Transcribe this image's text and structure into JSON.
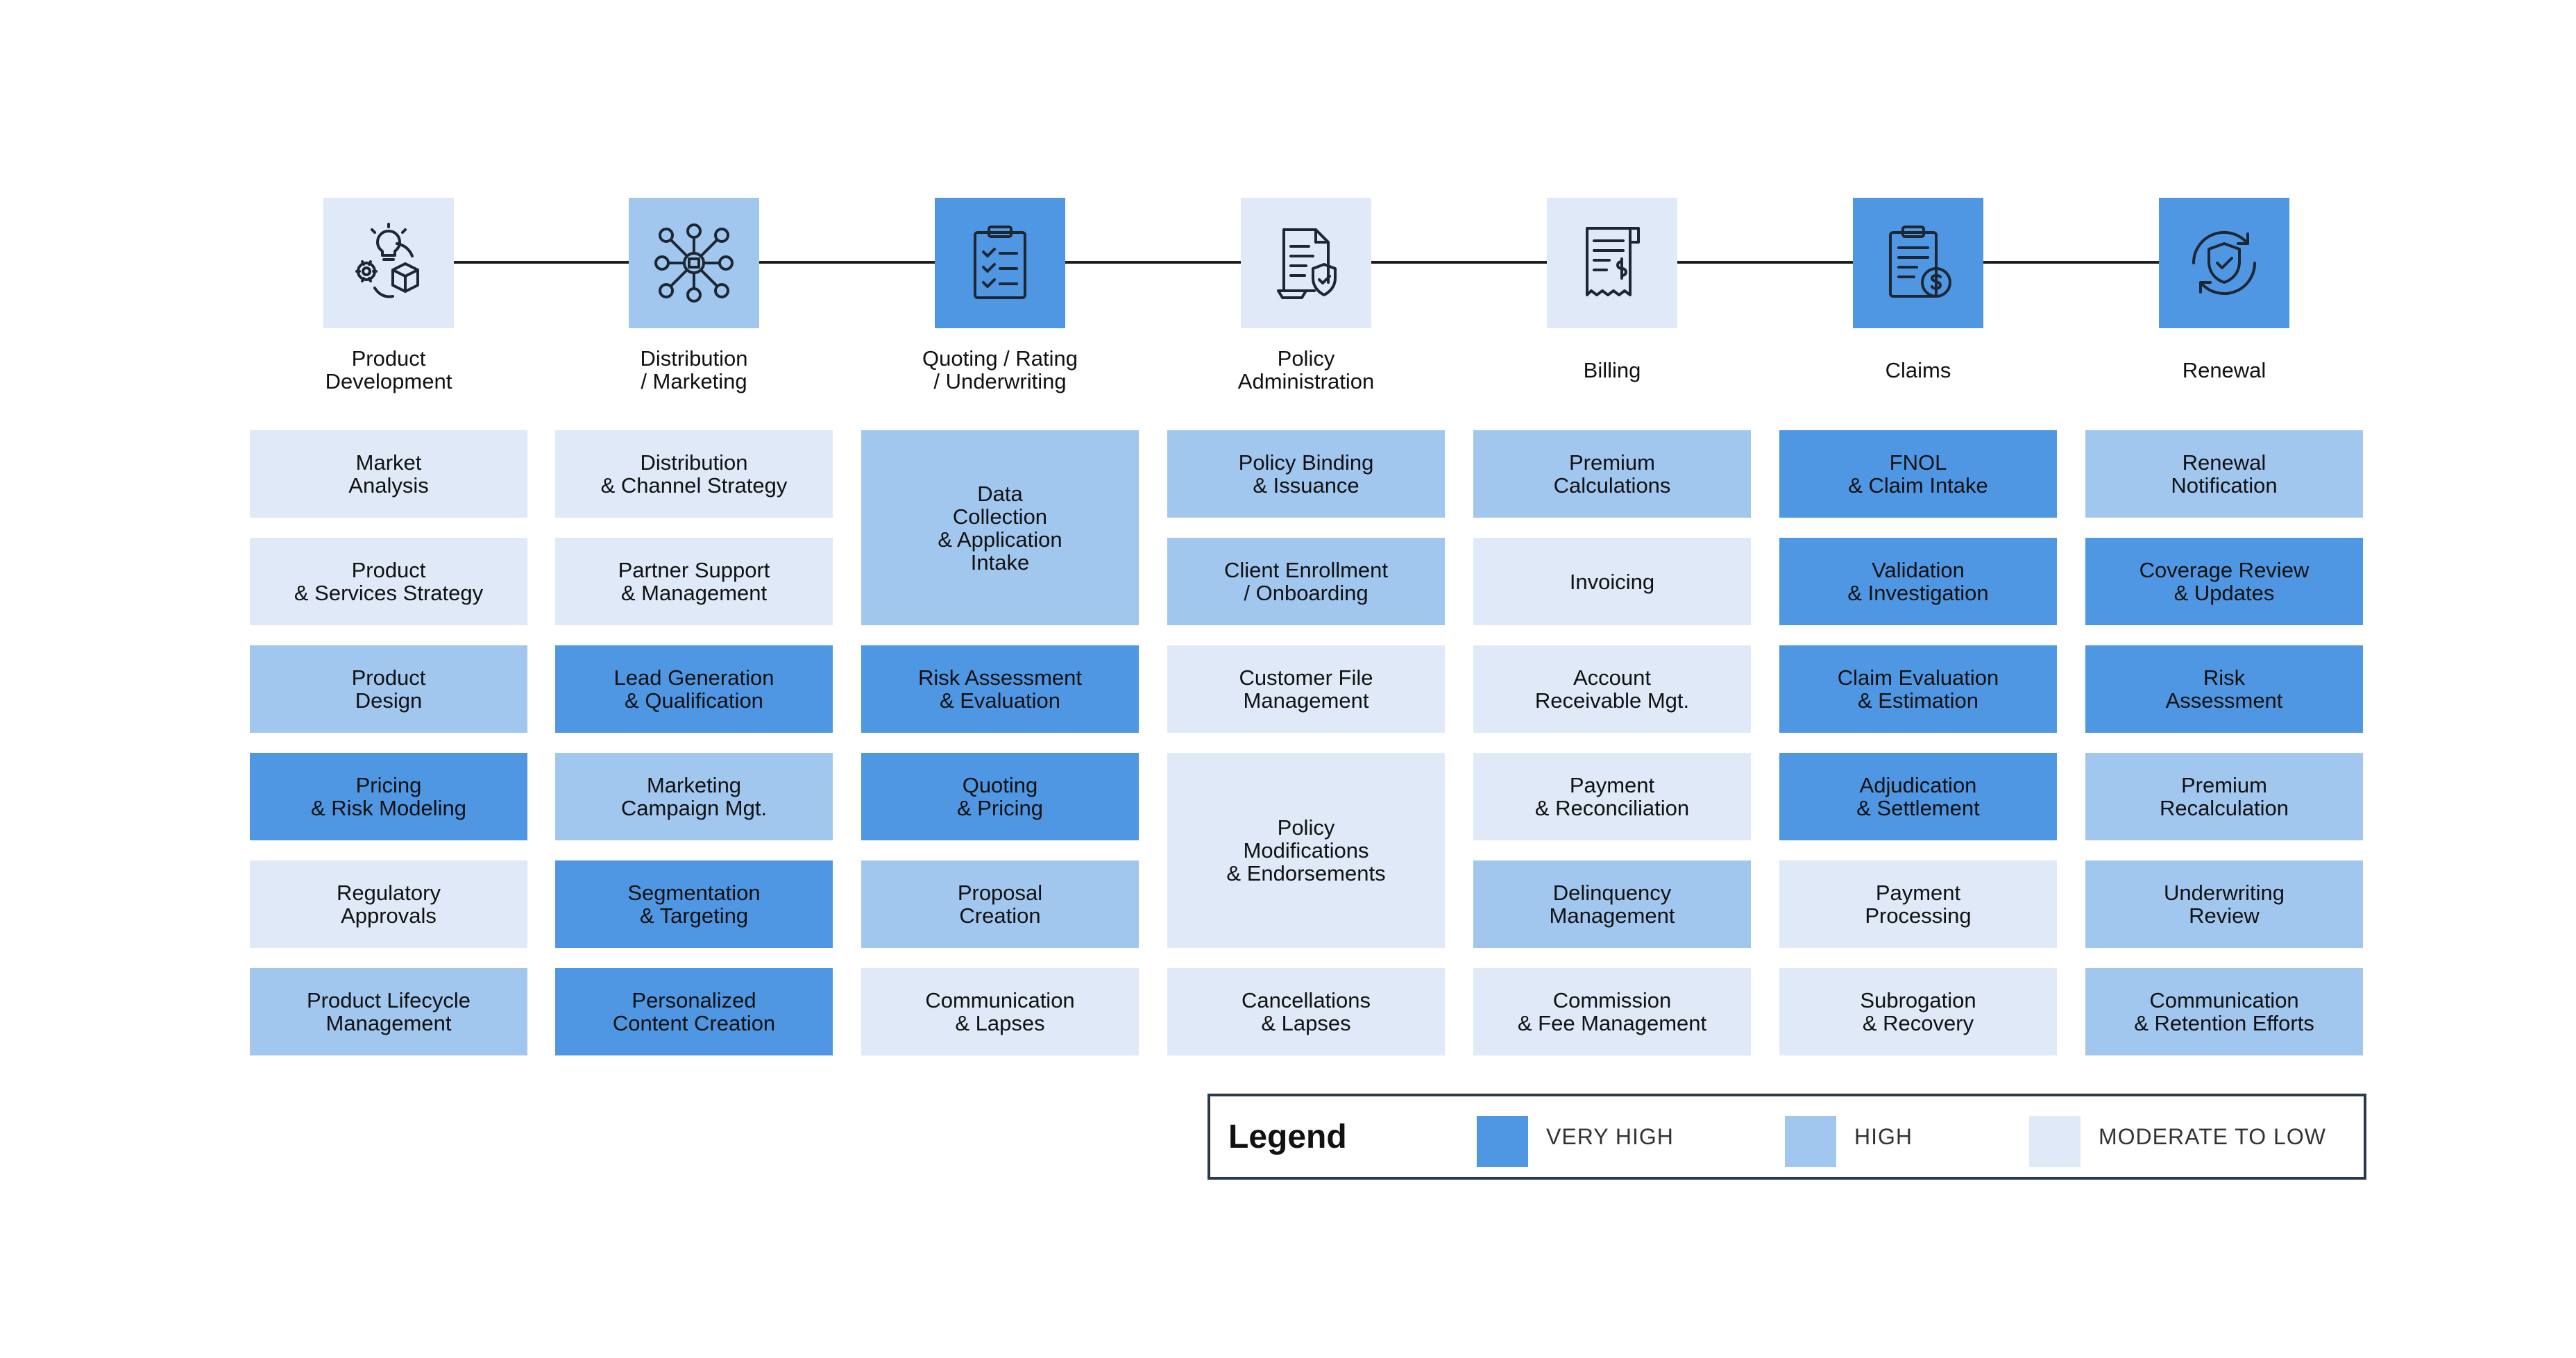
{
  "colors": {
    "very_high": "#4f97e3",
    "high": "#a1c7ef",
    "moderate_to_low": "#dfe9f7",
    "connector": "#1f1f1f"
  },
  "stages": [
    {
      "label": "Product\nDevelopment",
      "icon": "product-development-icon",
      "level": "moderate_to_low"
    },
    {
      "label": "Distribution\n/ Marketing",
      "icon": "network-marketing-icon",
      "level": "high"
    },
    {
      "label": "Quoting / Rating\n/ Underwriting",
      "icon": "clipboard-checklist-icon",
      "level": "very_high"
    },
    {
      "label": "Policy\nAdministration",
      "icon": "policy-document-shield-icon",
      "level": "moderate_to_low"
    },
    {
      "label": "Billing",
      "icon": "invoice-receipt-icon",
      "level": "moderate_to_low"
    },
    {
      "label": "Claims",
      "icon": "claim-clipboard-money-icon",
      "level": "very_high"
    },
    {
      "label": "Renewal",
      "icon": "renewal-shield-icon",
      "level": "very_high"
    }
  ],
  "columns": [
    [
      {
        "text": "Market\nAnalysis",
        "level": "moderate_to_low"
      },
      {
        "text": "Product\n& Services Strategy",
        "level": "moderate_to_low"
      },
      {
        "text": "Product\nDesign",
        "level": "high"
      },
      {
        "text": "Pricing\n& Risk Modeling",
        "level": "very_high"
      },
      {
        "text": "Regulatory\nApprovals",
        "level": "moderate_to_low"
      },
      {
        "text": "Product Lifecycle\nManagement",
        "level": "high"
      }
    ],
    [
      {
        "text": "Distribution\n& Channel Strategy",
        "level": "moderate_to_low"
      },
      {
        "text": "Partner Support\n& Management",
        "level": "moderate_to_low"
      },
      {
        "text": "Lead Generation\n& Qualification",
        "level": "very_high"
      },
      {
        "text": "Marketing\nCampaign Mgt.",
        "level": "high"
      },
      {
        "text": "Segmentation\n& Targeting",
        "level": "very_high"
      },
      {
        "text": "Personalized\nContent Creation",
        "level": "very_high"
      }
    ],
    [
      {
        "text": "Data\nCollection\n& Application\nIntake",
        "level": "high",
        "span": 2
      },
      {
        "text": "Risk Assessment\n& Evaluation",
        "level": "very_high"
      },
      {
        "text": "Quoting\n& Pricing",
        "level": "very_high"
      },
      {
        "text": "Proposal\nCreation",
        "level": "high"
      },
      {
        "text": "Communication\n& Lapses",
        "level": "moderate_to_low"
      }
    ],
    [
      {
        "text": "Policy Binding\n& Issuance",
        "level": "high"
      },
      {
        "text": "Client Enrollment\n/ Onboarding",
        "level": "high"
      },
      {
        "text": "Customer File\nManagement",
        "level": "moderate_to_low"
      },
      {
        "text": "Policy\nModifications\n& Endorsements",
        "level": "moderate_to_low",
        "span": 2
      },
      {
        "text": "Cancellations\n& Lapses",
        "level": "moderate_to_low"
      }
    ],
    [
      {
        "text": "Premium\nCalculations",
        "level": "high"
      },
      {
        "text": "Invoicing",
        "level": "moderate_to_low"
      },
      {
        "text": "Account\nReceivable Mgt.",
        "level": "moderate_to_low"
      },
      {
        "text": "Payment\n& Reconciliation",
        "level": "moderate_to_low"
      },
      {
        "text": "Delinquency\nManagement",
        "level": "high"
      },
      {
        "text": "Commission\n& Fee Management",
        "level": "moderate_to_low"
      }
    ],
    [
      {
        "text": "FNOL\n& Claim Intake",
        "level": "very_high"
      },
      {
        "text": "Validation\n& Investigation",
        "level": "very_high"
      },
      {
        "text": "Claim Evaluation\n& Estimation",
        "level": "very_high"
      },
      {
        "text": "Adjudication\n& Settlement",
        "level": "very_high"
      },
      {
        "text": "Payment\nProcessing",
        "level": "moderate_to_low"
      },
      {
        "text": "Subrogation\n& Recovery",
        "level": "moderate_to_low"
      }
    ],
    [
      {
        "text": "Renewal\nNotification",
        "level": "high"
      },
      {
        "text": "Coverage Review\n& Updates",
        "level": "very_high"
      },
      {
        "text": "Risk\nAssessment",
        "level": "very_high"
      },
      {
        "text": "Premium\nRecalculation",
        "level": "high"
      },
      {
        "text": "Underwriting\nReview",
        "level": "high"
      },
      {
        "text": "Communication\n& Retention Efforts",
        "level": "high"
      }
    ]
  ],
  "legend": {
    "title": "Legend",
    "items": [
      {
        "label": "VERY HIGH",
        "level": "very_high"
      },
      {
        "label": "HIGH",
        "level": "high"
      },
      {
        "label": "MODERATE  TO LOW",
        "level": "moderate_to_low"
      }
    ]
  }
}
